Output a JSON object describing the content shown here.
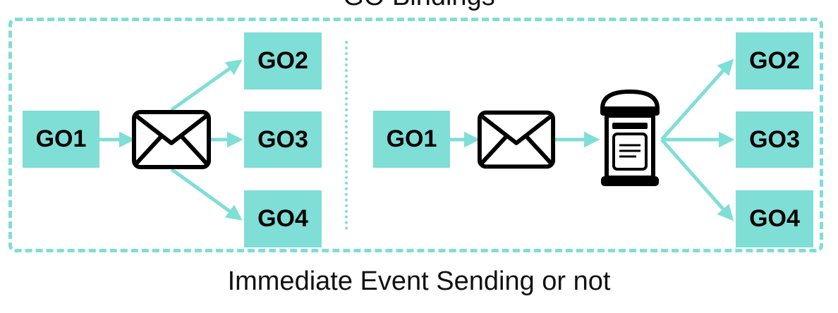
{
  "header": {
    "title": "GO Bindings"
  },
  "left_panel": {
    "source": "GO1",
    "targets": [
      "GO2",
      "GO3",
      "GO4"
    ]
  },
  "right_panel": {
    "source": "GO1",
    "targets": [
      "GO2",
      "GO3",
      "GO4"
    ]
  },
  "caption": "Immediate Event Sending or not",
  "colors": {
    "accent": "#7fded6",
    "text": "#000000"
  },
  "icons": {
    "message": "envelope-icon",
    "queue": "mailbox-icon"
  }
}
